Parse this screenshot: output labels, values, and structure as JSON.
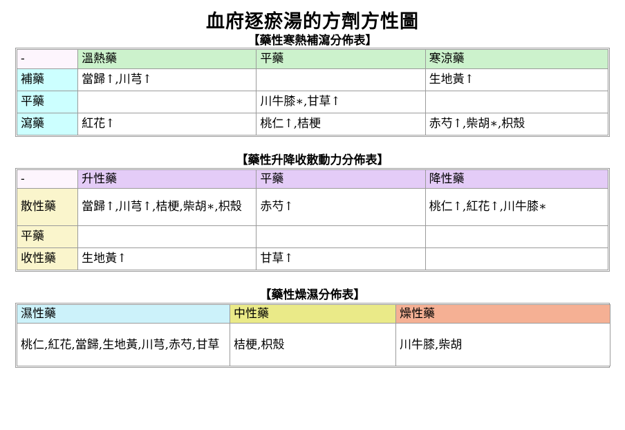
{
  "document": {
    "title": "血府逐瘀湯的方劑方性圖"
  },
  "tables": [
    {
      "caption": "【藥性寒熱補瀉分佈表】",
      "corner_label": "-",
      "columns": [
        "溫熱藥",
        "平藥",
        "寒涼藥"
      ],
      "rows": [
        {
          "label": "補藥",
          "cells": [
            "當歸↑,川芎↑",
            "",
            "生地黃↑"
          ]
        },
        {
          "label": "平藥",
          "cells": [
            "",
            "川牛膝∗,甘草↑",
            ""
          ]
        },
        {
          "label": "瀉藥",
          "cells": [
            "紅花↑",
            "桃仁↑,桔梗",
            "赤芍↑,柴胡∗,枳殼"
          ]
        }
      ]
    },
    {
      "caption": "【藥性升降收散動力分佈表】",
      "corner_label": "-",
      "columns": [
        "升性藥",
        "平藥",
        "降性藥"
      ],
      "rows": [
        {
          "label": "散性藥",
          "cells": [
            "當歸↑,川芎↑,桔梗,柴胡∗,枳殼",
            "赤芍↑",
            "桃仁↑,紅花↑,川牛膝∗"
          ]
        },
        {
          "label": "平藥",
          "cells": [
            "",
            "",
            ""
          ]
        },
        {
          "label": "收性藥",
          "cells": [
            "生地黃↑",
            "甘草↑",
            ""
          ]
        }
      ]
    },
    {
      "caption": "【藥性燥濕分佈表】",
      "columns": [
        "濕性藥",
        "中性藥",
        "燥性藥"
      ],
      "rows": [
        {
          "cells": [
            "桃仁,紅花,當歸,生地黃,川芎,赤芍,甘草",
            "桔梗,枳殼",
            "川牛膝,柴胡"
          ]
        }
      ]
    }
  ],
  "colors": {
    "table1_header": "#ccf2cc",
    "table1_rowhead": "#ccffff",
    "table2_header": "#e4ccf7",
    "table2_rowhead": "#faf5cc",
    "table3_damp": "#ccf2fa",
    "table3_neutral": "#eaea88",
    "table3_dry": "#f5b094",
    "corner": "#fdf5fd",
    "border": "#9a9a9a",
    "text": "#000000"
  }
}
